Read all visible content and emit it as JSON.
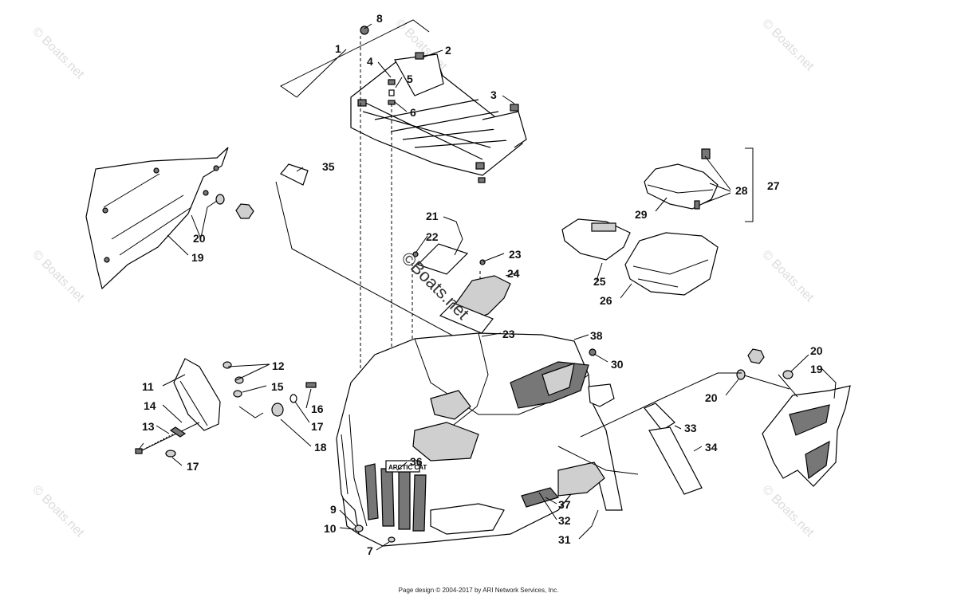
{
  "watermark": "© Boats.net",
  "center_watermark": "©Boats.net",
  "footer": "Page design © 2004-2017 by ARI Network Services, Inc.",
  "brand_text": "ARCTIC CAT",
  "callouts": {
    "c1": "1",
    "c2": "2",
    "c3": "3",
    "c4": "4",
    "c5": "5",
    "c6": "6",
    "c7": "7",
    "c8": "8",
    "c9": "9",
    "c10": "10",
    "c11": "11",
    "c12": "12",
    "c13": "13",
    "c14": "14",
    "c15": "15",
    "c16": "16",
    "c17a": "17",
    "c17b": "17",
    "c18": "18",
    "c19a": "19",
    "c19b": "19",
    "c20a": "20",
    "c20b": "20",
    "c20c": "20",
    "c21": "21",
    "c22": "22",
    "c23a": "23",
    "c23b": "23",
    "c24": "24",
    "c25": "25",
    "c26": "26",
    "c27": "27",
    "c28": "28",
    "c29": "29",
    "c30": "30",
    "c31": "31",
    "c32": "32",
    "c33": "33",
    "c34": "34",
    "c35": "35",
    "c36": "36",
    "c37": "37",
    "c38": "38"
  }
}
